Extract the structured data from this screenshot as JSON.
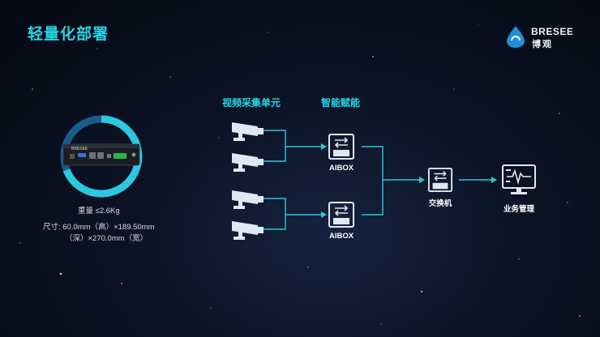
{
  "header": {
    "title": "轻量化部署"
  },
  "logo": {
    "brand_en": "BRESEE",
    "brand_cn": "博观"
  },
  "device": {
    "front_label": "BRESEE",
    "weight": "重量 ≤2.6Kg",
    "size_line1": "尺寸: 60.0mm（高）×189.50mm",
    "size_line2": "（深）×270.0mm（宽）"
  },
  "diagram": {
    "section_capture": "视频采集单元",
    "section_ai": "智能赋能",
    "aibox_top": "AIBOX",
    "aibox_bottom": "AIBOX",
    "switch": "交换机",
    "business": "业务管理"
  },
  "colors": {
    "accent": "#26d6e6",
    "wire": "#2fc7d4",
    "icon": "#dfe7f1"
  },
  "icons": {
    "camera": "cctv-camera-icon",
    "aibox": "server-box-icon",
    "switch": "network-switch-icon",
    "monitor": "monitor-pulse-icon"
  }
}
